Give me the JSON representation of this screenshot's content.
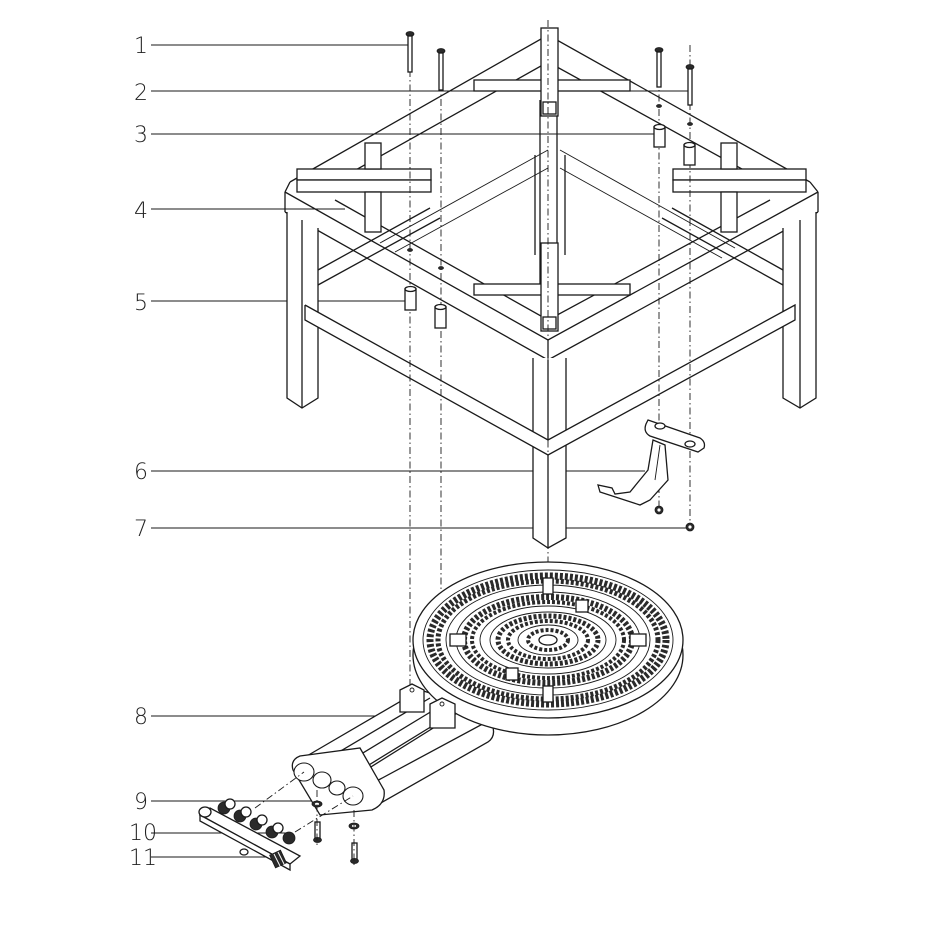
{
  "diagram": {
    "type": "exploded-view parts diagram",
    "subject": "Gas burner stove stand with cast-iron ring burner",
    "callouts": [
      {
        "id": "1",
        "label": "1",
        "part": "long bolt"
      },
      {
        "id": "2",
        "label": "2",
        "part": "bolt"
      },
      {
        "id": "3",
        "label": "3",
        "part": "spacer"
      },
      {
        "id": "4",
        "label": "4",
        "part": "frame stand"
      },
      {
        "id": "5",
        "label": "5",
        "part": "spacer"
      },
      {
        "id": "6",
        "label": "6",
        "part": "burner support bracket"
      },
      {
        "id": "7",
        "label": "7",
        "part": "nut"
      },
      {
        "id": "8",
        "label": "8",
        "part": "ring burner"
      },
      {
        "id": "9",
        "label": "9",
        "part": "washer"
      },
      {
        "id": "10",
        "label": "10",
        "part": "screw"
      },
      {
        "id": "11",
        "label": "11",
        "part": "gas manifold"
      }
    ],
    "colors": {
      "line": "#1a1a1a",
      "background": "#ffffff"
    }
  }
}
